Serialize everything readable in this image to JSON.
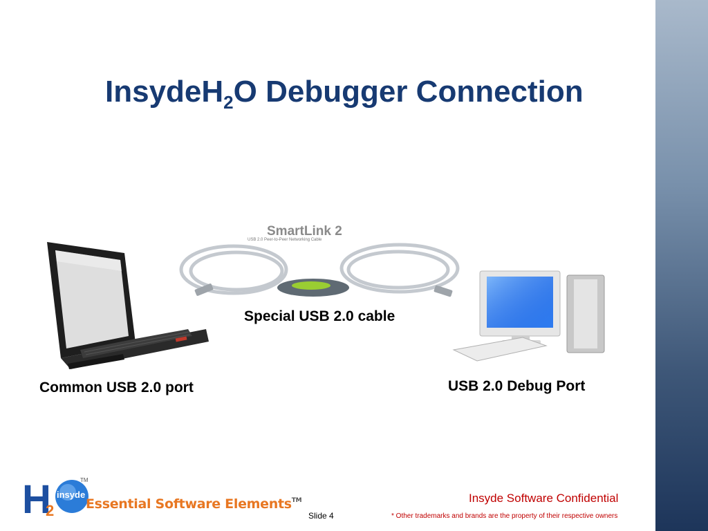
{
  "slide": {
    "title_prefix": "InsydeH",
    "title_sub": "2",
    "title_suffix": "O Debugger Connection",
    "labels": {
      "cable": "Special USB 2.0 cable",
      "laptop": "Common USB 2.0 port",
      "desktop": "USB 2.0 Debug Port"
    },
    "cable_image": {
      "brand": "SmartLink 2",
      "caption": "USB 2.0 Peer-to-Peer Networking Cable"
    },
    "footer": {
      "logo_text": "Essential Software Elements",
      "logo_tm": "TM",
      "logo_badge": "insyde",
      "logo_h": "H",
      "logo_2": "2",
      "confidential": "Insyde Software Confidential",
      "slide_number": "Slide 4",
      "trademark_note": "* Other trademarks and brands are the property of their respective owners"
    }
  },
  "colors": {
    "title": "#173a72",
    "accent_red": "#c00000",
    "logo_orange": "#e87722",
    "band_top": "#a9b9cb",
    "band_bottom": "#1d355a"
  }
}
